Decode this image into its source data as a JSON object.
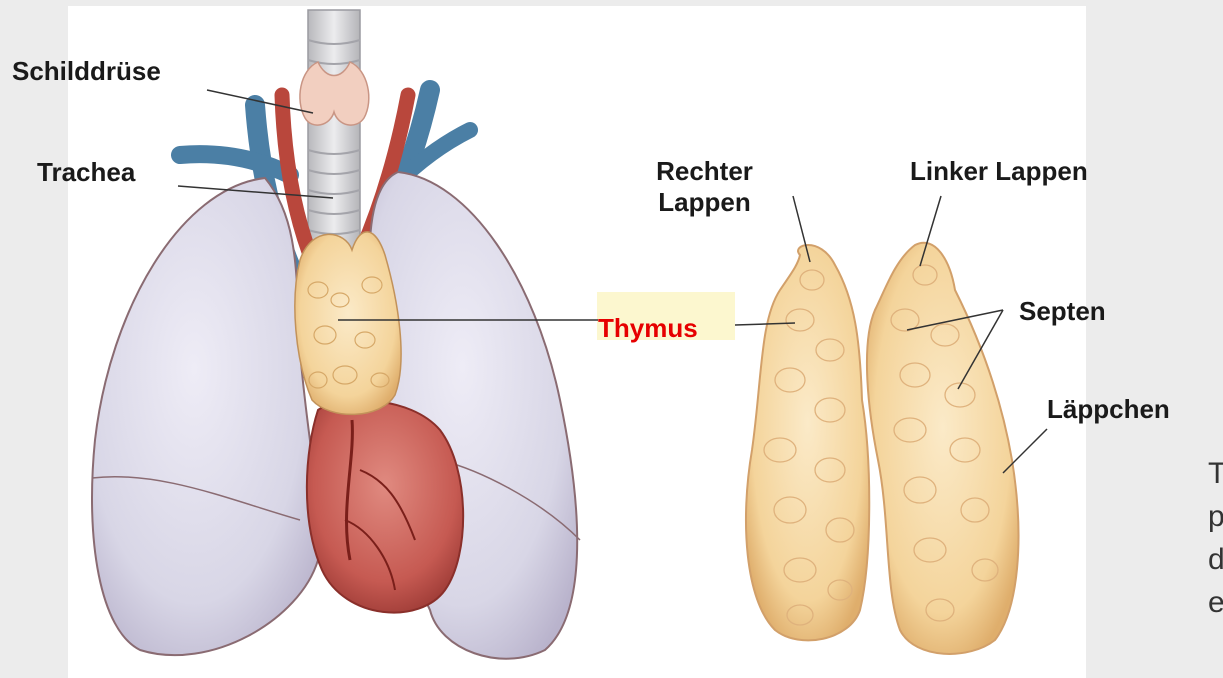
{
  "labels": {
    "thyroid": "Schilddrüse",
    "trachea": "Trachea",
    "thymus": "Thymus",
    "right_lobe_line1": "Rechter",
    "right_lobe_line2": "Lappen",
    "left_lobe": "Linker Lappen",
    "septa": "Septen",
    "lobules": "Läppchen"
  },
  "cut_text_lines": [
    "T",
    "p",
    "d",
    "e"
  ],
  "colors": {
    "thymus_label": "#e60000",
    "label_text": "#1a1a1a",
    "lung": "#d8d6e6",
    "heart": "#c65a52",
    "thymus_tissue": "#f4d49b",
    "artery": "#b9473c",
    "vein": "#4b7fa5",
    "highlight": "#fcf7cf"
  }
}
